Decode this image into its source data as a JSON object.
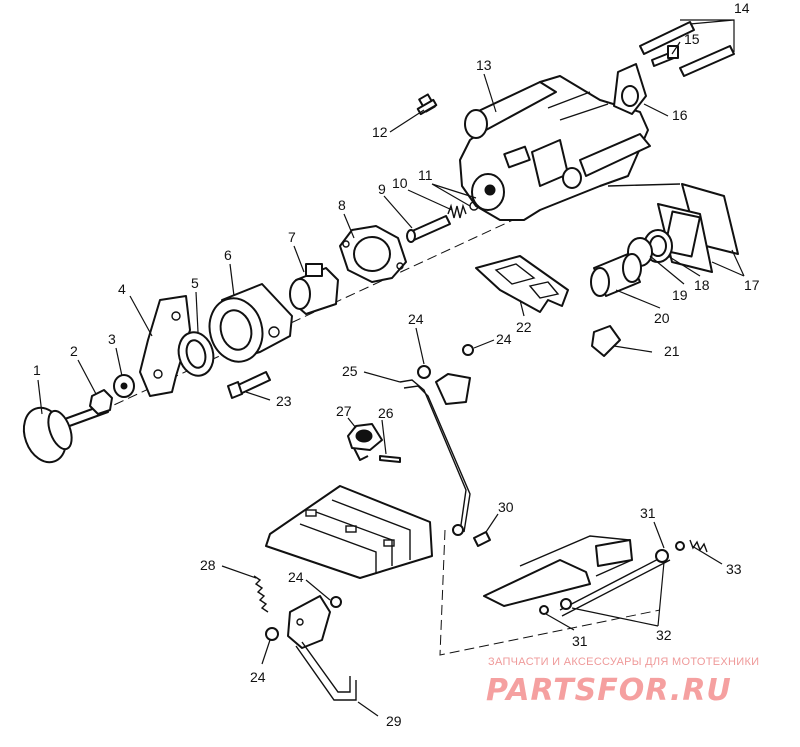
{
  "callouts": [
    "1",
    "2",
    "3",
    "4",
    "5",
    "6",
    "7",
    "8",
    "9",
    "10",
    "11",
    "12",
    "13",
    "14",
    "15",
    "16",
    "17",
    "18",
    "19",
    "20",
    "21",
    "22",
    "23",
    "24",
    "24",
    "24",
    "24",
    "25",
    "26",
    "27",
    "28",
    "29",
    "30",
    "31",
    "31",
    "32",
    "33"
  ],
  "watermark": {
    "tagline": "ЗАПЧАСТИ И АКСЕССУАРЫ ДЛЯ МОТОТЕХНИКИ",
    "brand": "PARTSFOR.RU"
  }
}
